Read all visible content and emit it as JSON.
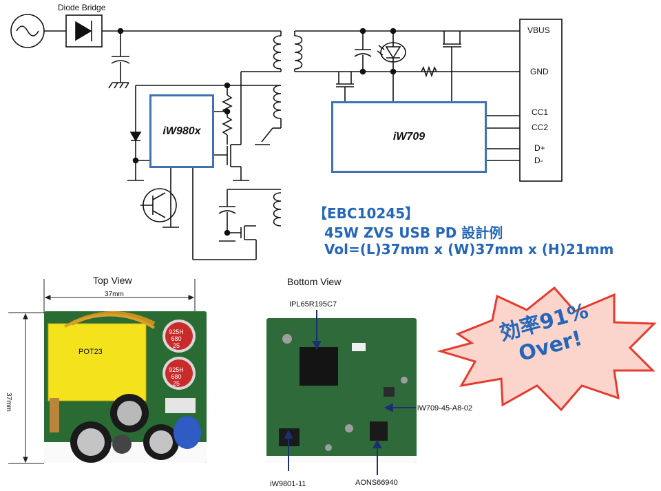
{
  "circuit": {
    "diode_bridge_label": "Diode Bridge",
    "controller_primary": "iW980x",
    "controller_pd": "iW709",
    "pins": [
      "VBUS",
      "GND",
      "CC1",
      "CC2",
      "D+",
      "D-"
    ]
  },
  "spec": {
    "part_number": "【EBC10245】",
    "line1": "45W ZVS USB PD 設計例",
    "line2": "Vol=(L)37mm x (W)37mm x (H)21mm"
  },
  "top_view": {
    "title": "Top  View",
    "width_label": "37mm",
    "height_label": "37mm",
    "transformer_label": "POT23",
    "cap1_text": "925H 680 25",
    "cap2_text": "925H 680 25"
  },
  "bottom_view": {
    "title": "Bottom  View",
    "ic_labels": [
      "IPL65R195C7",
      "iW709-45-A8-02",
      "iW9801-11",
      "AONS66940"
    ]
  },
  "badge": {
    "line1": "効率91%",
    "line2": "Over!"
  },
  "colors": {
    "chip_border": "#3d73b3",
    "spec_text": "#2466b8",
    "badge_fill": "#fbd5cc",
    "badge_stroke": "#e43b2e",
    "badge_text": "#2466b8",
    "pcb_green": "#2f6b3a"
  }
}
